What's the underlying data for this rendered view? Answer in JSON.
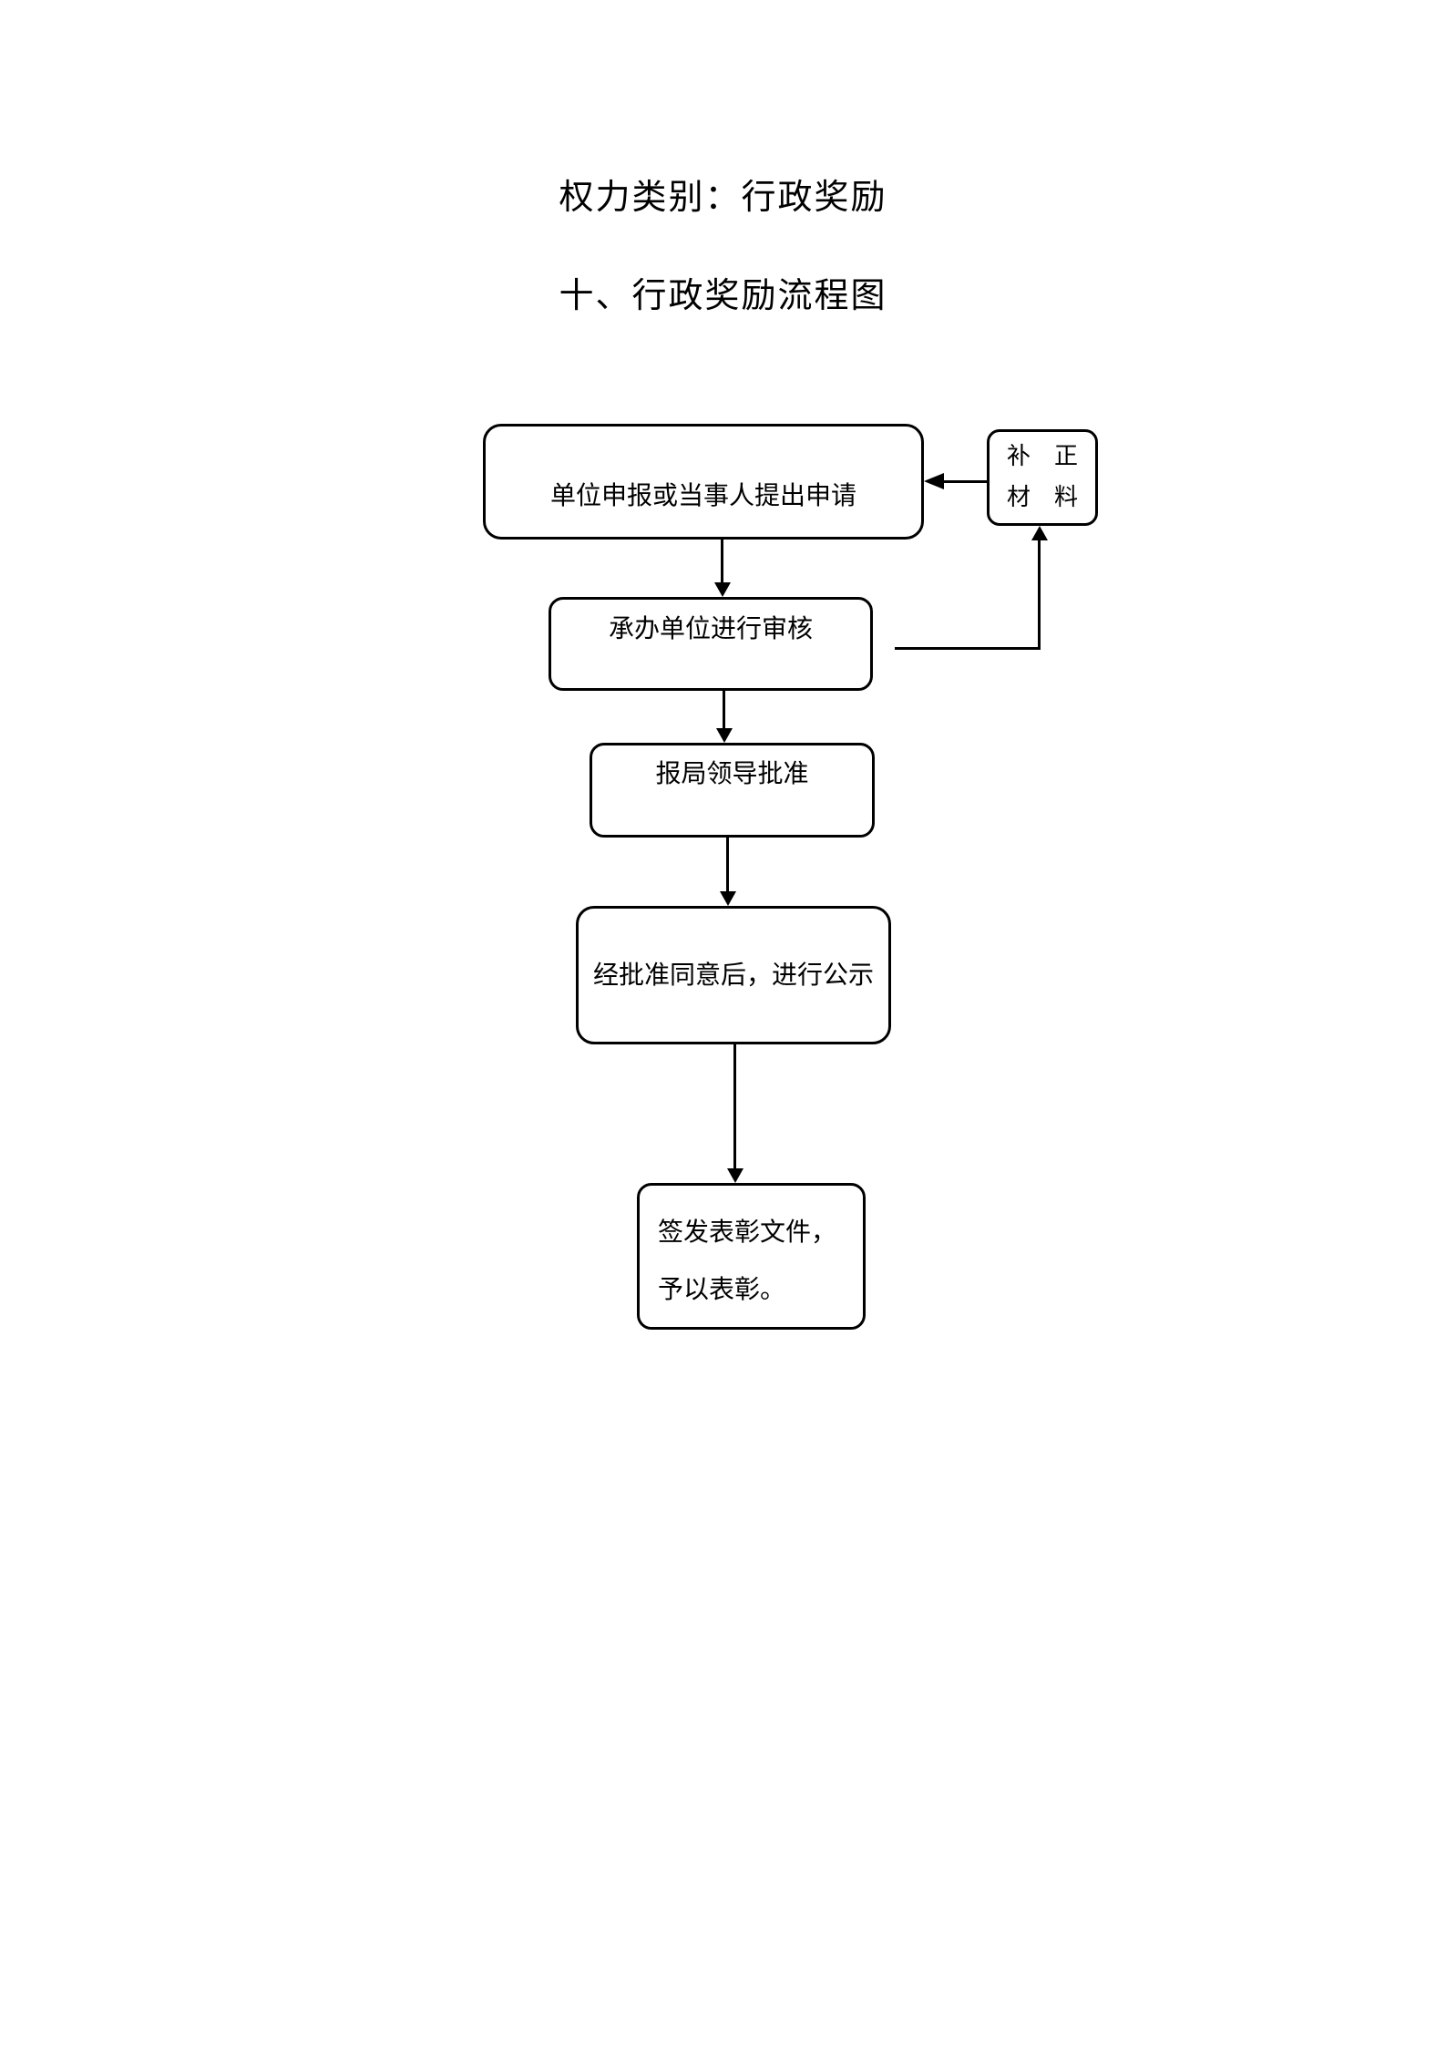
{
  "document": {
    "category_title": "权力类别：行政奖励",
    "section_title": "十、行政奖励流程图"
  },
  "flowchart": {
    "nodes": {
      "apply": {
        "label": "单位申报或当事人提出申请"
      },
      "supplement": {
        "line1": "补　正",
        "line2": "材　料"
      },
      "review": {
        "label": "承办单位进行审核"
      },
      "approve": {
        "label": "报局领导批准"
      },
      "publicity": {
        "label": "经批准同意后，进行公示"
      },
      "issue": {
        "line1": "签发表彰文件，",
        "line2": "予以表彰。"
      }
    },
    "edges": [
      {
        "from": "apply",
        "to": "review",
        "style": "arrow-down"
      },
      {
        "from": "review",
        "to": "approve",
        "style": "arrow-down"
      },
      {
        "from": "approve",
        "to": "publicity",
        "style": "arrow-down"
      },
      {
        "from": "publicity",
        "to": "issue",
        "style": "arrow-down"
      },
      {
        "from": "review",
        "to": "supplement",
        "style": "elbow-right-then-up"
      },
      {
        "from": "supplement",
        "to": "apply",
        "style": "arrow-left"
      }
    ],
    "colors": {
      "background": "#ffffff",
      "line": "#000000",
      "text": "#000000"
    }
  }
}
